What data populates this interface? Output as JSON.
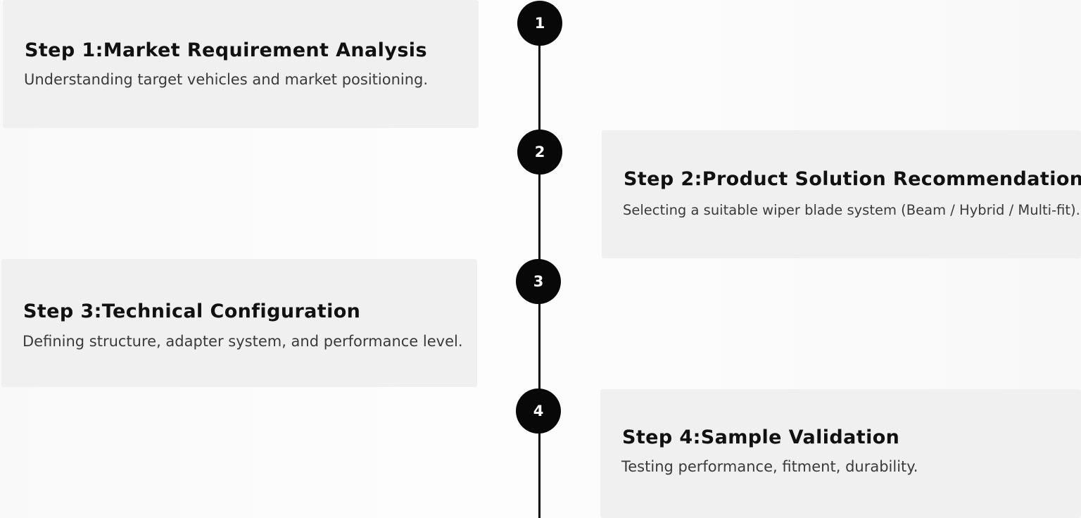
{
  "steps": [
    {
      "number": "1",
      "title": "Step 1:Market Requirement Analysis",
      "description": "Understanding target vehicles and market positioning."
    },
    {
      "number": "2",
      "title": "Step 2:Product Solution Recommendation",
      "description": "Selecting a suitable wiper blade system (Beam / Hybrid / Multi-fit)."
    },
    {
      "number": "3",
      "title": "Step 3:Technical Configuration",
      "description": "Defining structure, adapter system, and performance level."
    },
    {
      "number": "4",
      "title": "Step 4:Sample Validation",
      "description": "Testing performance, fitment, durability."
    }
  ],
  "colors": {
    "card_background": "#f1f0f1",
    "marker_background": "#080808",
    "marker_text": "#ffffff",
    "line": "#0b0b0b",
    "title_text": "#111111",
    "description_text": "#3a3a3a"
  }
}
